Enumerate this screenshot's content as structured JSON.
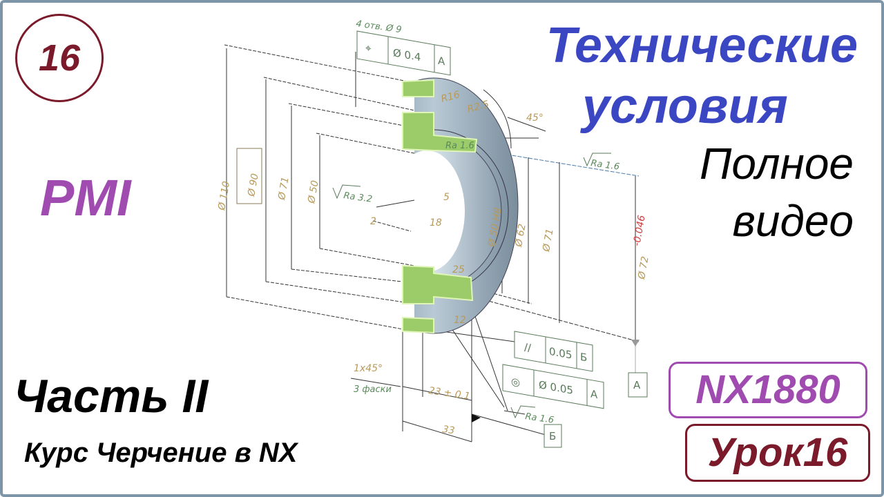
{
  "lesson_badge": "16",
  "pmi_label": "PMI",
  "title": {
    "line1": "Технические",
    "line2": "условия"
  },
  "subtitle": {
    "line1": "Полное",
    "line2": "видео"
  },
  "part_label": "Часть II",
  "course_label": "Курс Черчение в NX",
  "version_badge": "NX1880",
  "lesson_label": "Урок16",
  "colors": {
    "title_blue": "#3a46c2",
    "pmi_purple": "#a04bb0",
    "dark_red": "#7a1a2a",
    "section_green": "#9ccc6a",
    "frame": "#7d95a6"
  },
  "drawing": {
    "hole_note": "4 отв. Ø 9",
    "fcf_position": {
      "symbol": "⌖",
      "tolerance": "Ø 0.4",
      "datum": "A"
    },
    "fcf_parallel": {
      "symbol": "//",
      "tolerance": "0.05",
      "datum": "Б"
    },
    "fcf_concentric": {
      "symbol": "◎",
      "tolerance": "Ø 0.05",
      "datum": "A"
    },
    "datum_a": "A",
    "datum_b": "Б",
    "dims": {
      "d110": "Ø 110",
      "d90": "Ø 90",
      "d71_left": "Ø 71",
      "d50": "Ø 50",
      "r16": "R16",
      "r25": "R2.5",
      "angle": "45°",
      "ra16_top": "Ra 1.6",
      "ra32": "Ra 3.2",
      "ra16_inner": "Ra 1.6",
      "ra16_bottom": "Ra 1.6",
      "w2": "2",
      "w5": "5",
      "w18": "18",
      "d50h8": "Ø 50 H8",
      "d62": "Ø 62",
      "d71_right": "Ø 71",
      "d72": "Ø 72",
      "d72_tol": "-0.046",
      "w25": "25",
      "w12": "12",
      "chamfer": "1x45°",
      "chamfer_count": "3 фаски",
      "w23": "23 ± 0.1",
      "w33": "33"
    }
  }
}
